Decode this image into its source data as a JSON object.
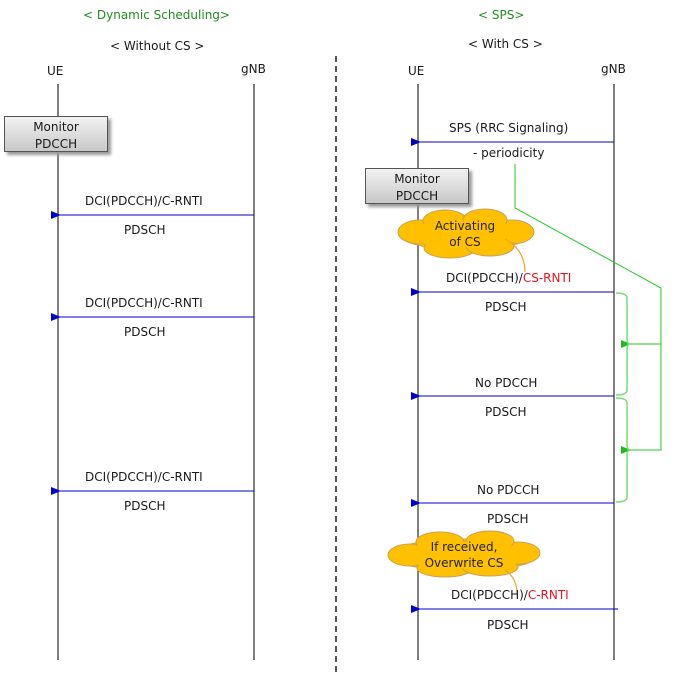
{
  "left": {
    "heading": "< Dynamic Scheduling>",
    "subheading": "< Without CS >",
    "ue_label": "UE",
    "gnb_label": "gNB",
    "monitor_box": [
      "Monitor",
      "PDCCH"
    ],
    "messages": [
      {
        "label": "DCI(PDCCH)/C-RNTI",
        "sub": "PDSCH"
      },
      {
        "label": "DCI(PDCCH)/C-RNTI",
        "sub": "PDSCH"
      },
      {
        "label": "DCI(PDCCH)/C-RNTI",
        "sub": "PDSCH"
      }
    ]
  },
  "right": {
    "heading": "< SPS>",
    "subheading": "< With CS >",
    "ue_label": "UE",
    "gnb_label": "gNB",
    "sps_message": {
      "label": "SPS (RRC Signaling)",
      "sub": "- periodicity"
    },
    "monitor_box": [
      "Monitor",
      "PDCCH"
    ],
    "cloud1": [
      "Activating",
      "of CS"
    ],
    "msg1": {
      "prefix": "DCI(PDCCH)/",
      "highlight": "CS-RNTI",
      "sub": "PDSCH"
    },
    "msg2": {
      "label": "No PDCCH",
      "sub": "PDSCH"
    },
    "msg3": {
      "label": "No PDCCH",
      "sub": "PDSCH"
    },
    "cloud2": [
      "If received,",
      "Overwrite CS"
    ],
    "msg4": {
      "prefix": "DCI(PDCCH)/",
      "highlight": "C-RNTI",
      "sub": "PDSCH"
    }
  },
  "colors": {
    "heading": "#1e8f1e",
    "arrow": "#0000cc",
    "highlight": "#e8141e",
    "brace": "#22cc22",
    "cloud": "#ffc000"
  }
}
